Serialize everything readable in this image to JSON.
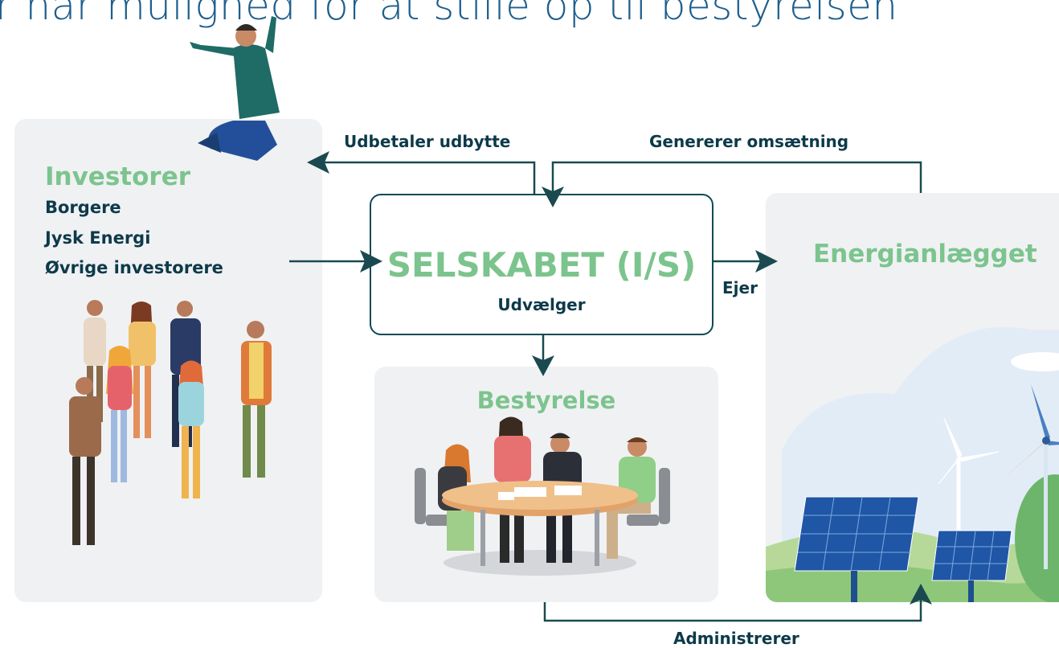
{
  "title": "r har mulighed for at stille op til bestyrelsen",
  "investors": {
    "title": "Investorer",
    "items": [
      "Borgere",
      "Jysk Energi",
      "Øvrige investorere"
    ]
  },
  "company": {
    "name": "SELSKABET (I/S)",
    "sub": "Udvælger"
  },
  "board": {
    "title": "Bestyrelse"
  },
  "energy": {
    "title": "Energianlægget"
  },
  "flows": {
    "dividend": "Udbetaler udbytte",
    "revenue": "Genererer omsætning",
    "owns": "Ejer",
    "administers": "Administrerer"
  },
  "colors": {
    "accent_green": "#7cc48e",
    "arrow": "#1a4a50",
    "title_blue": "#1d5e8c",
    "panel": "#f0f1f3"
  }
}
